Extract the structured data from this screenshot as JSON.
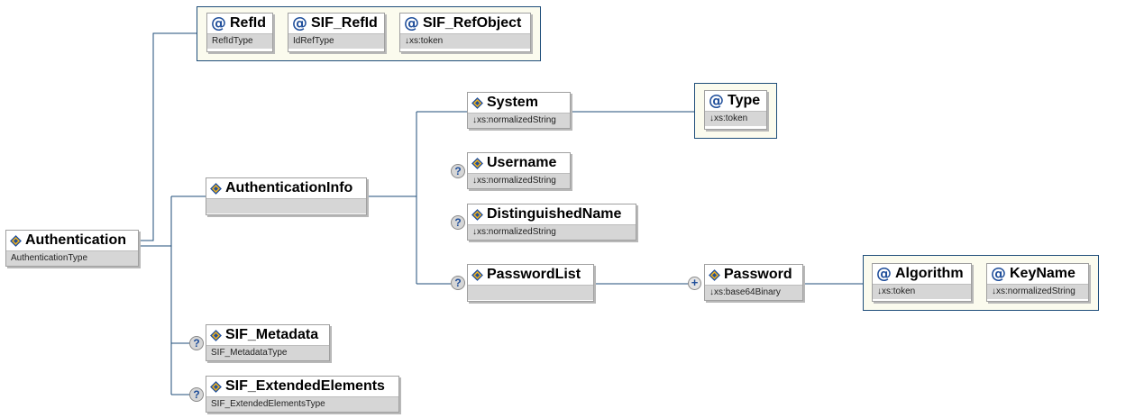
{
  "colors": {
    "connector": "#1f4e7a",
    "group_bg": "#fbfbee",
    "type_bar": "#d6d6d6"
  },
  "icons": {
    "element": "element-icon",
    "attribute": "at-sign-icon",
    "optional": "question-mark-icon",
    "repeat": "plus-icon"
  },
  "root": {
    "name": "Authentication",
    "type": "AuthenticationType"
  },
  "root_attributes": [
    {
      "name": "RefId",
      "type": "RefIdType"
    },
    {
      "name": "SIF_RefId",
      "type": "IdRefType"
    },
    {
      "name": "SIF_RefObject",
      "type": "↓xs:token"
    }
  ],
  "authinfo": {
    "name": "AuthenticationInfo",
    "type": ""
  },
  "system": {
    "name": "System",
    "type": "↓xs:normalizedString"
  },
  "system_attr": {
    "name": "Type",
    "type": "↓xs:token"
  },
  "username": {
    "name": "Username",
    "type": "↓xs:normalizedString",
    "optional": "?"
  },
  "distinguished": {
    "name": "DistinguishedName",
    "type": "↓xs:normalizedString",
    "optional": "?"
  },
  "passwordlist": {
    "name": "PasswordList",
    "type": "",
    "optional": "?"
  },
  "password": {
    "name": "Password",
    "type": "↓xs:base64Binary",
    "multiplicity": "+"
  },
  "password_attributes": [
    {
      "name": "Algorithm",
      "type": "↓xs:token"
    },
    {
      "name": "KeyName",
      "type": "↓xs:normalizedString"
    }
  ],
  "metadata": {
    "name": "SIF_Metadata",
    "type": "SIF_MetadataType",
    "optional": "?"
  },
  "extended": {
    "name": "SIF_ExtendedElements",
    "type": "SIF_ExtendedElementsType",
    "optional": "?"
  }
}
